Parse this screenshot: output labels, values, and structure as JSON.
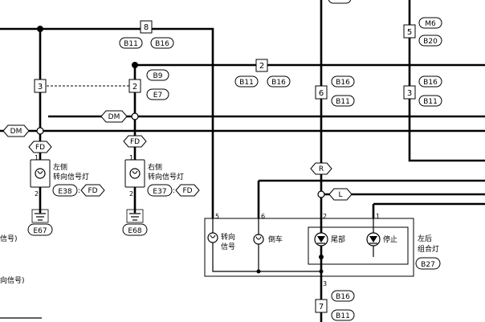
{
  "connectors": {
    "top_8": "8",
    "top_2": "2",
    "c3_left": "3",
    "c2_left": "2",
    "c6": "6",
    "c3_right": "3",
    "c5_right": "5",
    "c7": "7"
  },
  "codes": {
    "b11": "B11",
    "b16": "B16",
    "b9": "B9",
    "e7": "E7",
    "m6": "M6",
    "b20": "B20",
    "b27": "B27",
    "e38": "E38",
    "e37": "E37",
    "e67": "E67",
    "e68": "E68"
  },
  "signals": {
    "dm": "DM",
    "fd": "FD",
    "r": "R",
    "l": "L"
  },
  "pins": {
    "one": "1",
    "two": "2",
    "three": "3",
    "five": "5",
    "six": "6"
  },
  "labels": {
    "left_side": "左侧",
    "turn_signal_lamp": "转向信号灯",
    "right_side": "右侧",
    "turn_line1": "转向",
    "turn_line2": "信号",
    "reverse": "倒车",
    "tail": "尾部",
    "stop": "停止",
    "rear_combo_line1": "左后",
    "rear_combo_line2": "组合灯",
    "colon": ":",
    "left_note1": "信号)",
    "left_note2": "向信号)"
  }
}
